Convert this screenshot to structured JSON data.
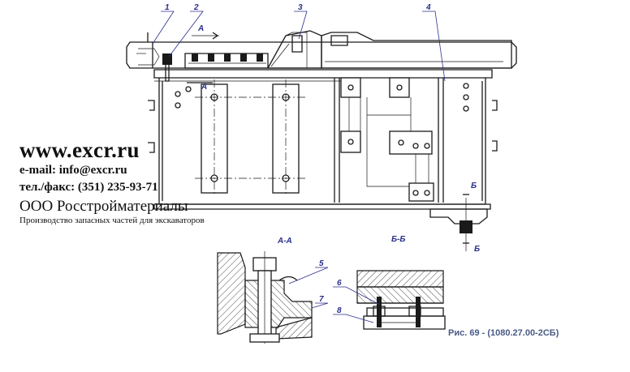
{
  "callouts": [
    "1",
    "2",
    "3",
    "4",
    "5",
    "6",
    "7",
    "8"
  ],
  "section_marks": {
    "a_top": "A",
    "a_bottom": "A",
    "b_top": "Б",
    "b_bottom": "Б"
  },
  "views": {
    "a_a": "А-А",
    "b_b": "Б-Б"
  },
  "caption": "Рис. 69 - (1080.27.00-2СБ)",
  "watermark": {
    "site": "www.excr.ru",
    "email": "e-mail: info@excr.ru",
    "phone": "тел./факс: (351) 235-93-71",
    "company": "ООО Росстройматериалы",
    "tagline": "Производство запасных частей для экскаваторов"
  }
}
